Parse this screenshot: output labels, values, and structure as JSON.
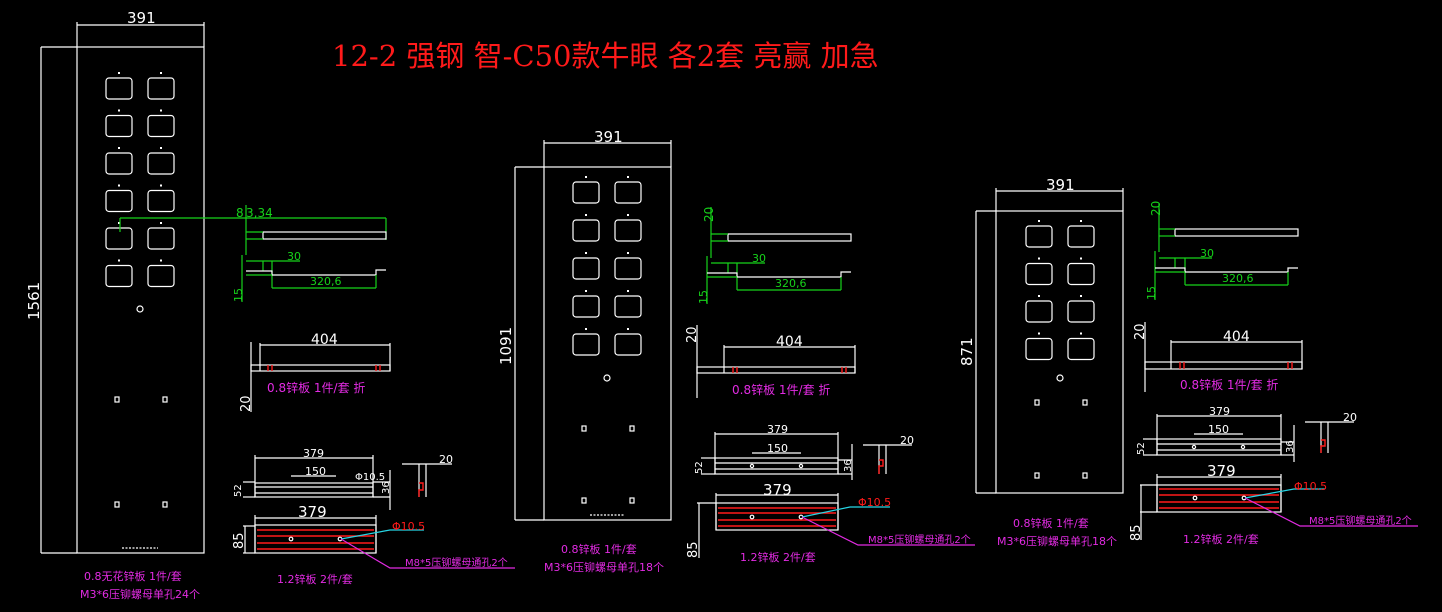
{
  "title": "12-2 强钢 智-C50款牛眼 各2套 亮赢 加急",
  "colors": {
    "background": "#000000",
    "outline": "#ffffff",
    "dimension": "#16d21a",
    "note": "#e22be2",
    "highlight": "#ff1a1a",
    "leader": "#26d6e6"
  },
  "panels": [
    {
      "width": "391",
      "height": "1561",
      "button_rows": 6,
      "bend_dim_top": "8",
      "bend_dim_top2": "3,34",
      "bend_dim_30": "30",
      "bend_dim_320": "320,6",
      "bend_dim_15": "15",
      "strip_length": "404",
      "strip_height": "20",
      "strip_note": "0.8锌板 1件/套 折",
      "bracket_length": "379",
      "bracket_inner": "150",
      "bracket_h52": "52",
      "bracket_h36": "36",
      "bracket_hole": "Φ10.5",
      "plate_length": "379",
      "plate_height": "85",
      "plate_hole": "Φ10.5",
      "plate_nut": "M8*5压铆螺母通孔2个",
      "plate_note": "1.2锌板 2件/套",
      "profile_dim": "20",
      "note_line1": "0.8无花锌板 1件/套",
      "note_line2": "M3*6压铆螺母单孔24个"
    },
    {
      "width": "391",
      "height": "1091",
      "button_rows": 5,
      "bend_dim_top": "20",
      "bend_dim_30": "30",
      "bend_dim_320": "320,6",
      "bend_dim_15": "15",
      "strip_length": "404",
      "strip_height": "20",
      "strip_note": "0.8锌板 1件/套 折",
      "bracket_length": "379",
      "bracket_inner": "150",
      "bracket_h52": "52",
      "bracket_h36": "36",
      "plate_length": "379",
      "plate_height": "85",
      "plate_hole": "Φ10.5",
      "plate_nut": "M8*5压铆螺母通孔2个",
      "plate_note": "1.2锌板 2件/套",
      "profile_dim": "20",
      "note_line1": "0.8锌板 1件/套",
      "note_line2": "M3*6压铆螺母单孔18个"
    },
    {
      "width": "391",
      "height": "871",
      "button_rows": 4,
      "bend_dim_top": "20",
      "bend_dim_30": "30",
      "bend_dim_320": "320,6",
      "bend_dim_15": "15",
      "strip_length": "404",
      "strip_height": "20",
      "strip_note": "0.8锌板 1件/套 折",
      "bracket_length": "379",
      "bracket_inner": "150",
      "bracket_h52": "52",
      "bracket_h36": "36",
      "plate_length": "379",
      "plate_height": "85",
      "plate_hole": "Φ10.5",
      "plate_nut": "M8*5压铆螺母通孔2个",
      "plate_note": "1.2锌板 2件/套",
      "profile_dim": "20",
      "note_line1": "0.8锌板 1件/套",
      "note_line2": "M3*6压铆螺母单孔18个"
    }
  ]
}
